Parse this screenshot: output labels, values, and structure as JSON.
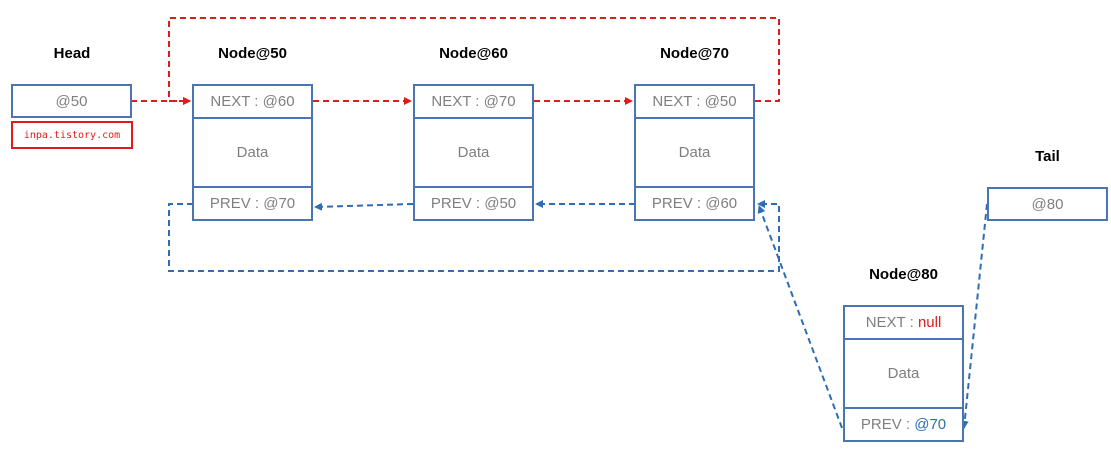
{
  "head": {
    "label": "Head",
    "value": "@50"
  },
  "tail": {
    "label": "Tail",
    "value": "@80"
  },
  "watermark": "inpa.tistory.com",
  "nodes": [
    {
      "title": "Node@50",
      "next_key": "NEXT : ",
      "next_val": "@60",
      "data": "Data",
      "prev_key": "PREV : ",
      "prev_val": "@70"
    },
    {
      "title": "Node@60",
      "next_key": "NEXT : ",
      "next_val": "@70",
      "data": "Data",
      "prev_key": "PREV : ",
      "prev_val": "@50"
    },
    {
      "title": "Node@70",
      "next_key": "NEXT : ",
      "next_val": "@50",
      "data": "Data",
      "prev_key": "PREV : ",
      "prev_val": "@60"
    },
    {
      "title": "Node@80",
      "next_key": "NEXT : ",
      "next_val": "null",
      "data": "Data",
      "prev_key": "PREV : ",
      "prev_val": "@70"
    }
  ],
  "colors": {
    "box_border": "#4a74b3",
    "next_arrow": "#e01b1b",
    "prev_arrow": "#2e6db4",
    "null_text": "#e01b1b"
  }
}
